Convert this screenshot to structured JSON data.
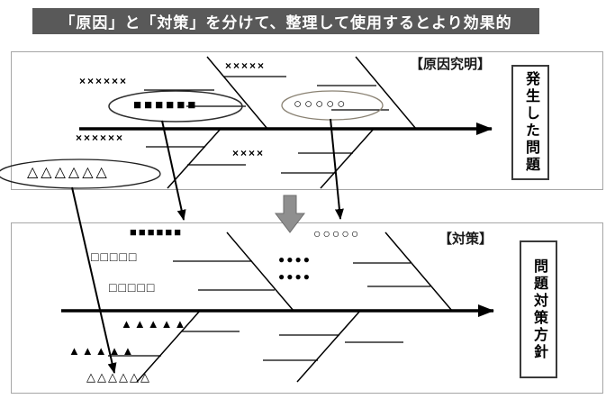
{
  "banner": {
    "text": "「原因」と「対策」を分けて、整理して使用するとより効果的"
  },
  "cause_panel": {
    "title": "【原因究明】",
    "result_box": "発生した問題",
    "symbols": {
      "x_top": "×××××",
      "x_upper_left": "××××××",
      "squares": "■■■■■■",
      "circles": "○○○○○",
      "x_lower_left": "××××××",
      "x_lower_mid": "××××",
      "triangles": "△△△△△△"
    }
  },
  "measure_panel": {
    "title": "【対策】",
    "result_box": "問題対策方針",
    "symbols": {
      "squares_filled": "■■■■■■",
      "squares_outline_1": "□□□□□",
      "squares_outline_2": "□□□□□",
      "circles_outline": "○○○○○",
      "circles_filled_1": "●●●●",
      "circles_filled_2": "●●●●",
      "triangles_filled_1": "▲▲▲▲▲",
      "triangles_filled_2": "▲▲▲▲▲",
      "triangles_outline": "△△△△△△"
    }
  },
  "colors": {
    "banner_bg": "#595959",
    "banner_text": "#ffffff",
    "panel_border": "#a6a6a6",
    "line": "#000000",
    "down_arrow_fill": "#8f8f8f",
    "circle_ellipse_stroke": "#8a8273"
  }
}
